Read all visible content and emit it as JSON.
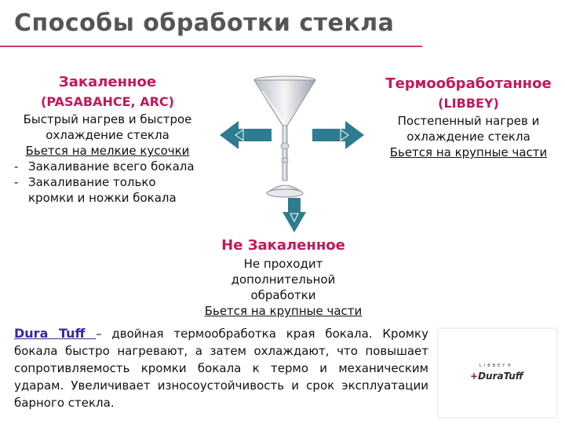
{
  "title": "Способы обработки стекла",
  "left": {
    "heading": "Закаленное",
    "brands": "(PASABAHCE, ARC)",
    "description": "Быстрый нагрев и быстрое охлаждение стекла",
    "breaks": "Бьется на мелкие кусочки",
    "items": [
      "Закаливание всего бокала",
      "Закаливание только кромки и ножки бокала"
    ]
  },
  "right": {
    "heading": "Термообработанное",
    "brands": "(LIBBEY)",
    "description": "Постепенный нагрев и охлаждение стекла",
    "breaks": "Бьется на крупные части"
  },
  "center": {
    "heading": "Не Закаленное",
    "description": "Не проходит дополнительной обработки",
    "breaks": "Бьется на крупные части"
  },
  "dura": {
    "name": "Dura Tuff ",
    "text": "– двойная термообработка края бокала. Кромку бокала быстро нагревают, а затем охлаждают, что повышает сопротивляемость кромки бокала  к термо и механическим ударам. Увеличивает износоустойчивость и срок эксплуатации барного стекла."
  },
  "logo": {
    "brand_small": "LIBBEY®",
    "plus": "+",
    "brand_main": "DuraTuff"
  },
  "colors": {
    "accent": "#c2185b",
    "arrow_fill": "#2e7c8f",
    "title": "#555555"
  },
  "icons": [
    "martini-glass-icon",
    "arrow-left-icon",
    "arrow-right-icon",
    "arrow-down-icon"
  ]
}
